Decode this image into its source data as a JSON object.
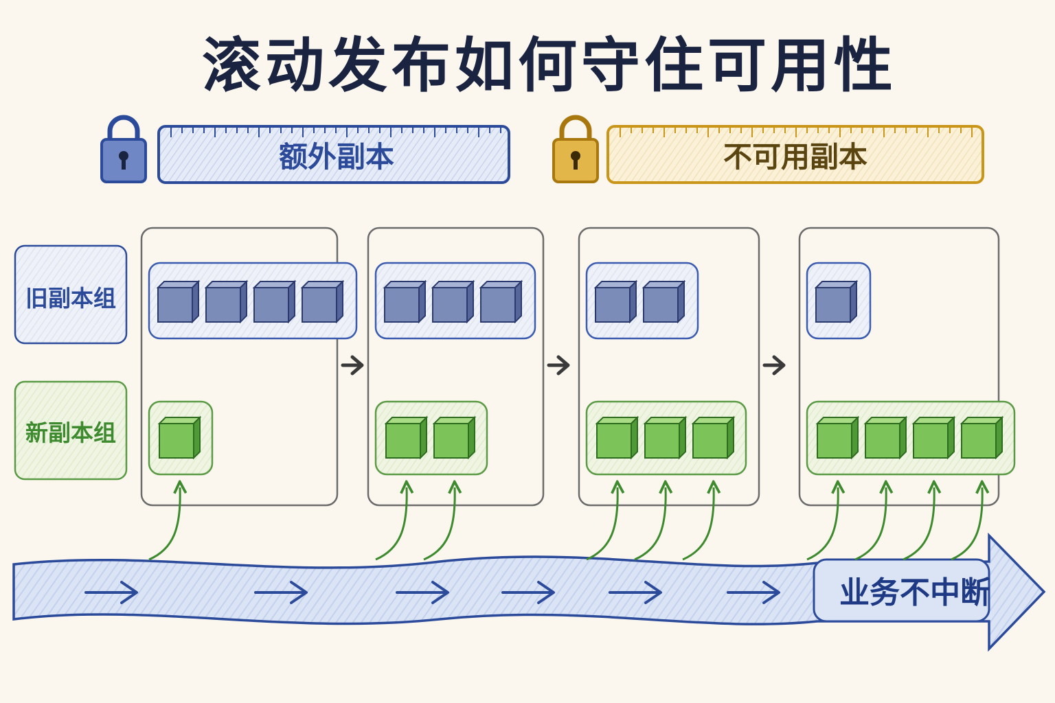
{
  "title": "滚动发布如何守住可用性",
  "legend": {
    "extra": {
      "label": "额外副本",
      "color": "#2b4a9a"
    },
    "unavailable": {
      "label": "不可用副本",
      "color": "#c9961a"
    }
  },
  "groups": {
    "old": {
      "label": "旧副本组",
      "color": "#2b4a9a"
    },
    "new": {
      "label": "新副本组",
      "color": "#3e8a2e"
    }
  },
  "stages": [
    {
      "old": 4,
      "new": 1
    },
    {
      "old": 3,
      "new": 2
    },
    {
      "old": 2,
      "new": 3
    },
    {
      "old": 1,
      "new": 4
    }
  ],
  "traffic": {
    "label": "业务不中断"
  },
  "icons": [
    "lock-icon",
    "lock-icon",
    "arrow-right-icon",
    "cube-icon"
  ]
}
